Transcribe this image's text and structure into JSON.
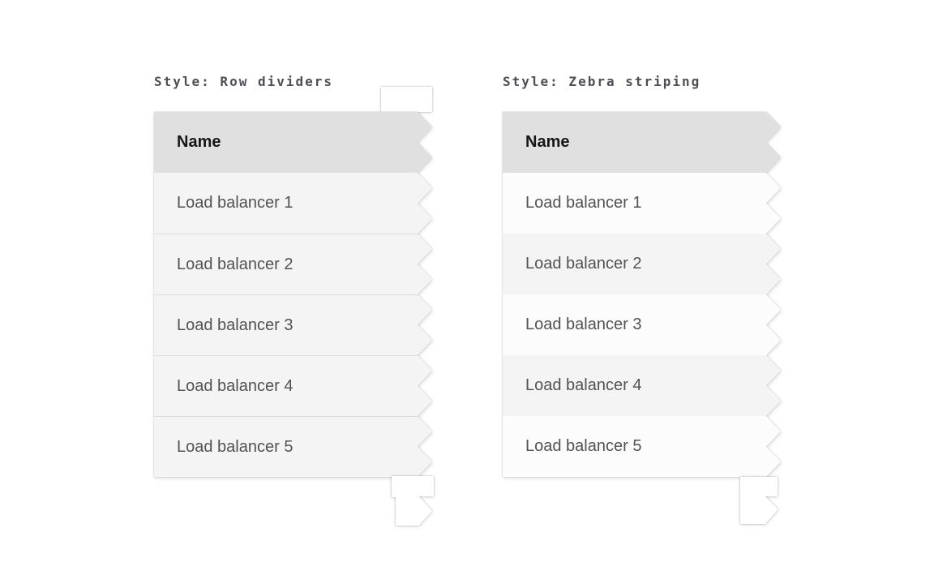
{
  "page": {
    "background": "#ffffff"
  },
  "colors": {
    "page_bg": "#ffffff",
    "header_bg": "#e0e0e0",
    "row_bg": "#f4f4f4",
    "zebra_primary_bg": "#fcfcfc",
    "zebra_alt_bg": "#f4f4f4",
    "divider": "#dcdcdc",
    "header_text": "#161616",
    "row_text": "#525252",
    "title_text": "#4e4e57",
    "fragment_bg": "#ffffff"
  },
  "panels": [
    {
      "title": "Style: Row dividers",
      "style": "row-dividers",
      "table": {
        "header": "Name",
        "rows": [
          "Load balancer 1",
          "Load balancer 2",
          "Load balancer 3",
          "Load balancer 4",
          "Load balancer 5"
        ]
      }
    },
    {
      "title": "Style: Zebra striping",
      "style": "zebra-striping",
      "table": {
        "header": "Name",
        "rows": [
          "Load balancer 1",
          "Load balancer 2",
          "Load balancer 3",
          "Load balancer 4",
          "Load balancer 5"
        ]
      }
    }
  ]
}
